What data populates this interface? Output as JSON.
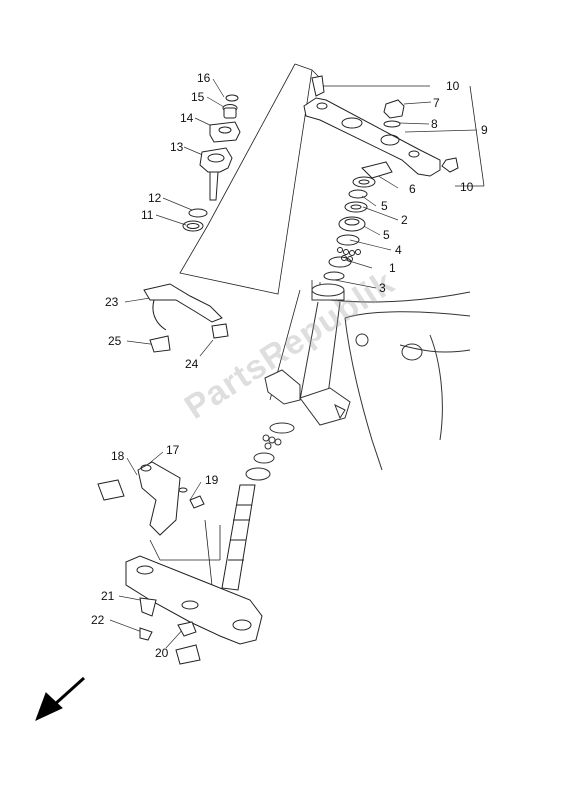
{
  "diagram": {
    "watermark": "PartsRepublik",
    "callouts": {
      "c1": "1",
      "c2": "2",
      "c3": "3",
      "c4": "4",
      "c5a": "5",
      "c5b": "5",
      "c6": "6",
      "c7": "7",
      "c8": "8",
      "c9": "9",
      "c10a": "10",
      "c10b": "10",
      "c11": "11",
      "c12": "12",
      "c13": "13",
      "c14": "14",
      "c15": "15",
      "c16": "16",
      "c17": "17",
      "c18": "18",
      "c19": "19",
      "c20": "20",
      "c21": "21",
      "c22": "22",
      "c23": "23",
      "c24": "24",
      "c25": "25"
    },
    "front_arrow_icon": "arrow-down-left-icon"
  }
}
